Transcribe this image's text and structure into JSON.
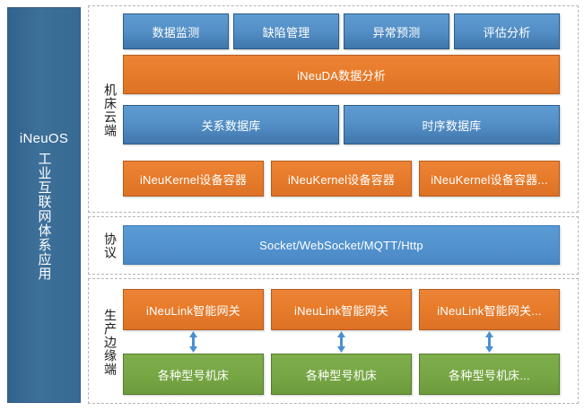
{
  "sidebar": {
    "brand": "iNeuOS",
    "vertical_text": "工业互联网体系应用"
  },
  "sections": {
    "cloud": {
      "label": "机床云端",
      "apps": [
        {
          "label": "数据监测"
        },
        {
          "label": "缺陷管理"
        },
        {
          "label": "异常预测"
        },
        {
          "label": "评估分析"
        }
      ],
      "analytics": {
        "label": "iNeuDA数据分析"
      },
      "databases": [
        {
          "label": "关系数据库"
        },
        {
          "label": "时序数据库"
        }
      ],
      "containers": [
        {
          "label": "iNeuKernel设备容器"
        },
        {
          "label": "iNeuKernel设备容器"
        },
        {
          "label": "iNeuKernel设备容器..."
        }
      ]
    },
    "protocol": {
      "label": "协议",
      "band": {
        "label": "Socket/WebSocket/MQTT/Http"
      }
    },
    "edge": {
      "label": "生产边缘端",
      "gateways": [
        {
          "label": "iNeuLink智能网关"
        },
        {
          "label": "iNeuLink智能网关"
        },
        {
          "label": "iNeuLink智能网关..."
        }
      ],
      "machines": [
        {
          "label": "各种型号机床"
        },
        {
          "label": "各种型号机床"
        },
        {
          "label": "各种型号机床..."
        }
      ],
      "connector_icon": "double-headed-vertical-arrow"
    }
  },
  "colors": {
    "sidebar_blue": "#3d7099",
    "box_blue": "#5591c8",
    "box_blue_flat": "#5191cd",
    "box_orange": "#e87d2c",
    "box_green": "#76a544",
    "panel_border": "#b4b4b4",
    "arrow_blue": "#4a90d0"
  }
}
